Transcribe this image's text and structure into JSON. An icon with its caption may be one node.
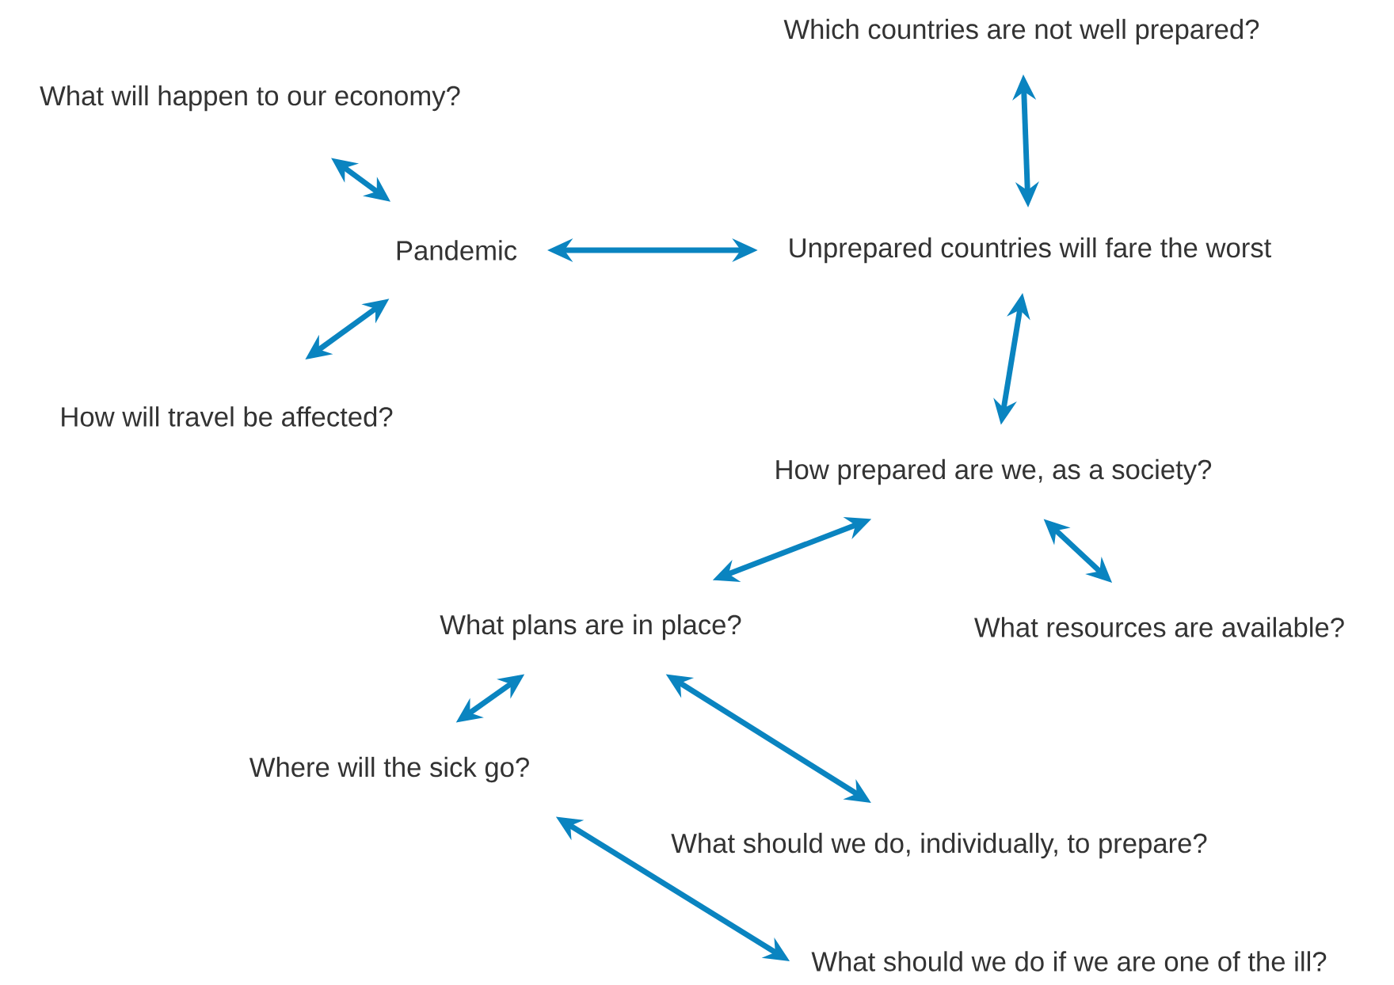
{
  "diagram": {
    "nodes": [
      {
        "text": [
          "What will happen to our economy?"
        ]
      },
      {
        "text": [
          "Pandemic"
        ]
      },
      {
        "text": [
          "How will travel be affected?"
        ]
      },
      {
        "text": [
          "Which countries are not well prepared?"
        ]
      },
      {
        "text": [
          "Unprepared countries will fare the worst"
        ]
      },
      {
        "text": [
          "How prepared are we, as a society?"
        ]
      },
      {
        "text": [
          "What plans are in place?"
        ]
      },
      {
        "text": [
          "What resources are available?"
        ]
      },
      {
        "text": [
          "Where will the sick go?"
        ]
      },
      {
        "text": [
          "What should we do, individually, to prepare?"
        ]
      },
      {
        "text": [
          "What should we do if we are one of the ill?"
        ]
      }
    ],
    "edges": [
      {
        "from": 0,
        "to": 1,
        "arrow": "both"
      },
      {
        "from": 1,
        "to": 2,
        "arrow": "both"
      },
      {
        "from": 1,
        "to": 4,
        "arrow": "both"
      },
      {
        "from": 3,
        "to": 4,
        "arrow": "both"
      },
      {
        "from": 4,
        "to": 5,
        "arrow": "both"
      },
      {
        "from": 5,
        "to": 6,
        "arrow": "both"
      },
      {
        "from": 5,
        "to": 7,
        "arrow": "both"
      },
      {
        "from": 6,
        "to": 8,
        "arrow": "both"
      },
      {
        "from": 6,
        "to": 9,
        "arrow": "both"
      },
      {
        "from": 8,
        "to": 10,
        "arrow": "both"
      }
    ]
  }
}
